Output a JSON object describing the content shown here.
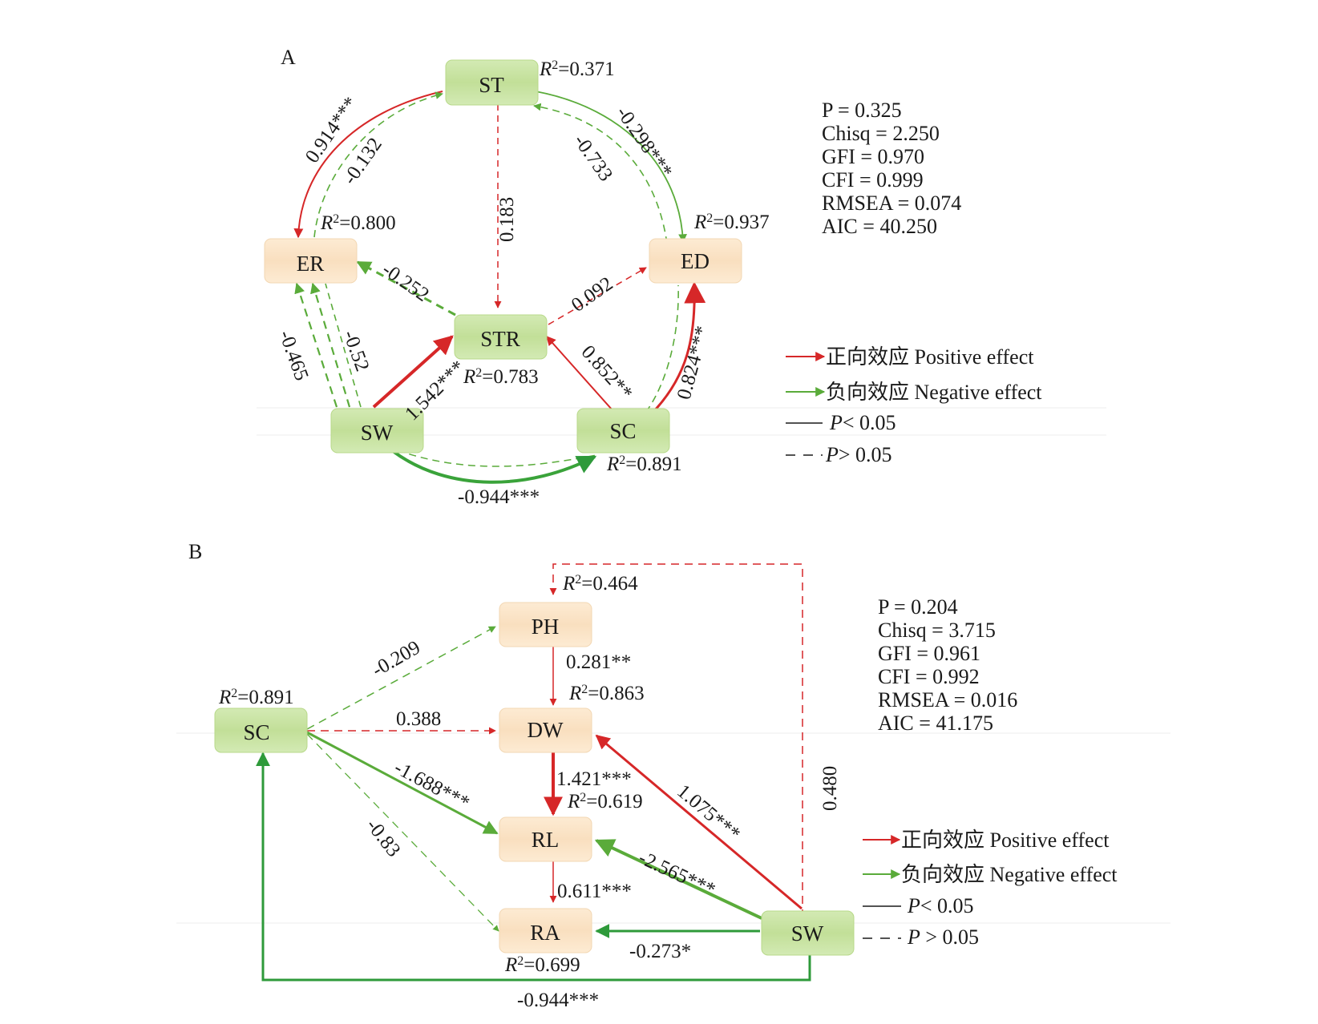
{
  "colors": {
    "positive": "#d62728",
    "negative": "#5aab3a",
    "negative_dark": "#2e9a3a",
    "node_green": "#c6e3a1",
    "node_tan": "#fbe3c6"
  },
  "panelA": {
    "label": "A",
    "nodes": {
      "ST": "ST",
      "ER": "ER",
      "ED": "ED",
      "STR": "STR",
      "SW": "SW",
      "SC": "SC"
    },
    "r2": {
      "ST": "=0.371",
      "ER": "=0.800",
      "ED": "=0.937",
      "STR": "=0.783",
      "SC": "=0.891"
    },
    "coefficients": {
      "ER_ST_pos": "0.914***",
      "ST_ER_neg": "-0.132",
      "ST_ED_neg": "-0.298***",
      "ED_ST_neg": "-0.733",
      "ST_STR": "0.183",
      "STR_ER": "-0.252",
      "STR_ED": "0.092",
      "SW_STR": "1.542***",
      "SC_STR": "0.852**",
      "SC_ED": "0.824***",
      "SW_ER_a": "-0.465",
      "SW_ER_b": "-0.52",
      "SW_SC": "-0.944***"
    },
    "stats": [
      "P = 0.325",
      "Chisq = 2.250",
      "GFI = 0.970",
      "CFI = 0.999",
      "RMSEA = 0.074",
      "AIC = 40.250"
    ],
    "legend": {
      "positive": "正向效应 Positive effect",
      "negative": "负向效应 Negative effect",
      "sig": "< 0.05",
      "nonsig": "> 0.05",
      "p": "P"
    }
  },
  "panelB": {
    "label": "B",
    "nodes": {
      "PH": "PH",
      "SC": "SC",
      "DW": "DW",
      "RL": "RL",
      "RA": "RA",
      "SW": "SW"
    },
    "r2": {
      "PH": "=0.464",
      "SC": "=0.891",
      "DW": "=0.863",
      "RL": "=0.619",
      "RA": "=0.699"
    },
    "coefficients": {
      "SC_PH": "-0.209",
      "PH_DW": "0.281**",
      "SC_DW": "0.388",
      "DW_RL": "1.421***",
      "SC_RL": "-1.688***",
      "SC_RA": "-0.83",
      "SW_DW": "1.075***",
      "SW_RL": "-2.565***",
      "RL_RA": "0.611***",
      "SW_RA": "-0.273*",
      "SW_PH": "0.480",
      "SW_SC": "-0.944***"
    },
    "stats": [
      "P = 0.204",
      "Chisq = 3.715",
      "GFI = 0.961",
      "CFI = 0.992",
      "RMSEA = 0.016",
      "AIC = 41.175"
    ],
    "legend": {
      "positive": "正向效应 Positive effect",
      "negative": "负向效应 Negative effect",
      "sig": "< 0.05",
      "nonsig": " > 0.05",
      "p": "P"
    }
  }
}
